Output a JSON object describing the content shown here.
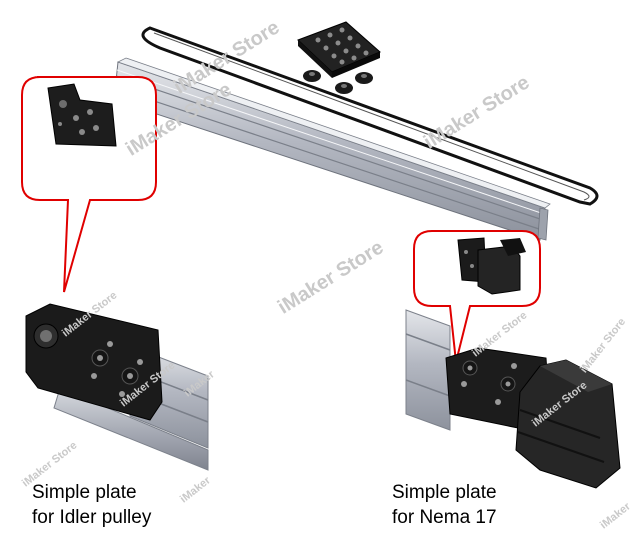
{
  "watermark": "iMaker Store",
  "watermark_short": "iMaker",
  "callouts": [
    {
      "line1": "Simple plate",
      "line2": "for Idler pulley"
    },
    {
      "line1": "Simple plate",
      "line2": "for Nema 17"
    }
  ],
  "colors": {
    "callout_border": "#e00000",
    "plate": "#1e1e1e",
    "extrusion": "#b8bcc6",
    "belt": "#111111",
    "watermark": "#c9c9c9"
  }
}
